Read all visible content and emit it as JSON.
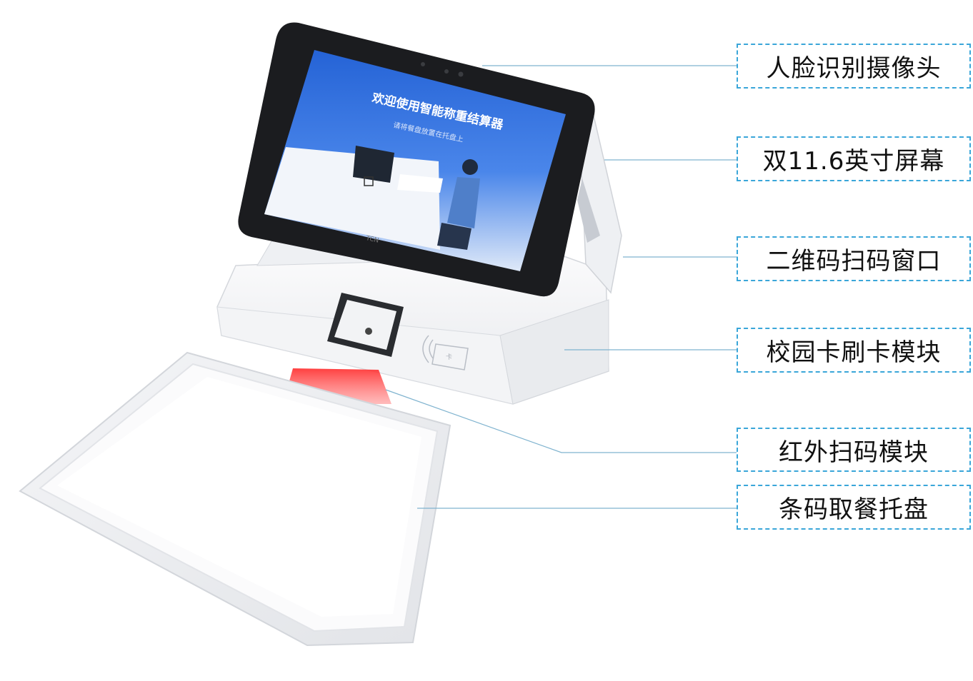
{
  "device": {
    "screen": {
      "welcome_title": "欢迎使用智能称重结算器",
      "welcome_subtitle": "请将餐盘放置在托盘上",
      "bezel_brand": "TCN"
    },
    "card_reader_label": "卡"
  },
  "callouts": [
    {
      "label": "人脸识别摄像头"
    },
    {
      "label": "双11.6英寸屏幕"
    },
    {
      "label": "二维码扫码窗口"
    },
    {
      "label": "校园卡刷卡模块"
    },
    {
      "label": "红外扫码模块"
    },
    {
      "label": "条码取餐托盘"
    }
  ],
  "colors": {
    "callout_border": "#3aa6d9",
    "leader_line": "#7fb3cf",
    "screen_blue": "#2f6fe0",
    "scan_red": "#e8262a"
  }
}
